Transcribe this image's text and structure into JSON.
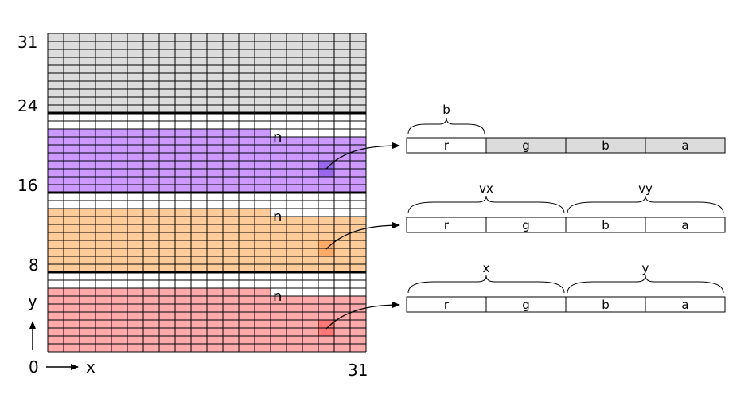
{
  "grid": {
    "y_labels": {
      "top": "31",
      "b24": "24",
      "b16": "16",
      "b8": "8",
      "axis": "y"
    },
    "x_labels": {
      "origin": "0",
      "axis": "x",
      "right": "31"
    },
    "bands": {
      "top": {
        "fill": "#dcdcdc"
      },
      "purple": {
        "fill": "#cc99ff",
        "marker": "n",
        "highlight": "#9966ee"
      },
      "orange": {
        "fill": "#ffcc99",
        "marker": "n",
        "highlight": "#ffaa66"
      },
      "red": {
        "fill": "#ffaaaa",
        "marker": "n",
        "highlight": "#ff7777"
      }
    }
  },
  "rows": [
    {
      "brace_labels": [
        "b"
      ],
      "cells": [
        "r",
        "g",
        "b",
        "a"
      ],
      "cell_fills": [
        "#ffffff",
        "#dcdcdc",
        "#dcdcdc",
        "#dcdcdc"
      ]
    },
    {
      "brace_labels": [
        "vx",
        "vy"
      ],
      "cells": [
        "r",
        "g",
        "b",
        "a"
      ],
      "cell_fills": [
        "#ffffff",
        "#ffffff",
        "#ffffff",
        "#ffffff"
      ]
    },
    {
      "brace_labels": [
        "x",
        "y"
      ],
      "cells": [
        "r",
        "g",
        "b",
        "a"
      ],
      "cell_fills": [
        "#ffffff",
        "#ffffff",
        "#ffffff",
        "#ffffff"
      ]
    }
  ]
}
